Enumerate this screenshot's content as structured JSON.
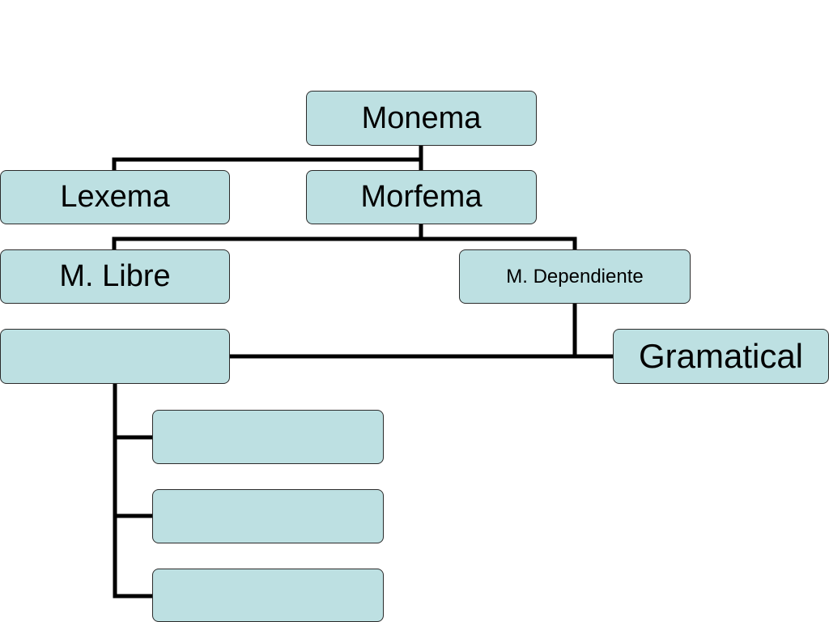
{
  "diagram": {
    "nodes": {
      "monema": "Monema",
      "lexema": "Lexema",
      "morfema": "Morfema",
      "m_libre": "M. Libre",
      "m_dependiente": "M. Dependiente",
      "blank_main": "",
      "gramatical": "Gramatical",
      "blank_child_1": "",
      "blank_child_2": "",
      "blank_child_3": ""
    },
    "colors": {
      "node_fill": "#bde0e2",
      "node_border": "#2b2b2b",
      "connector": "#000000"
    }
  }
}
